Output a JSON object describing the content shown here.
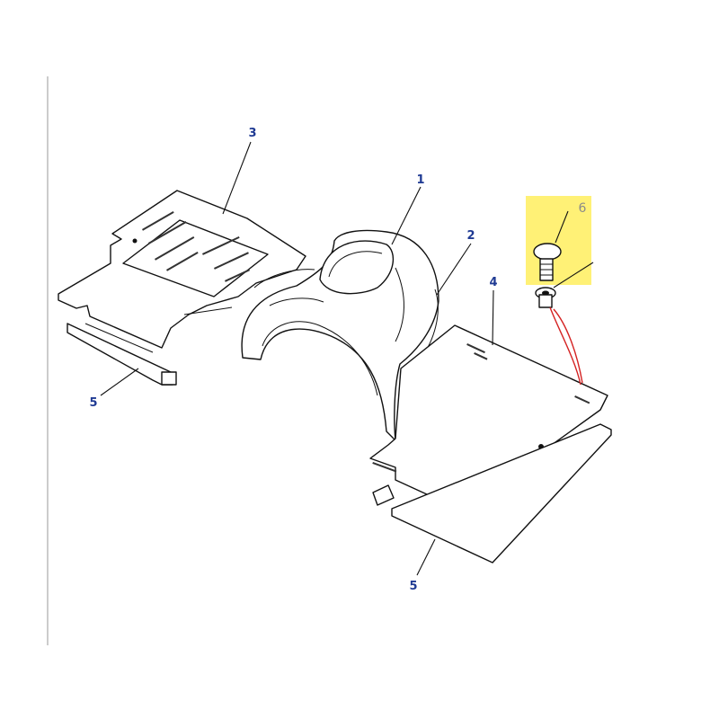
{
  "callouts": [
    {
      "id": "1",
      "text": "1"
    },
    {
      "id": "2",
      "text": "2"
    },
    {
      "id": "3",
      "text": "3"
    },
    {
      "id": "4",
      "text": "4"
    },
    {
      "id": "5a",
      "text": "5"
    },
    {
      "id": "5b",
      "text": "5"
    },
    {
      "id": "6",
      "text": "6"
    }
  ],
  "colors": {
    "callout_text": "#1f3a93",
    "highlight": "#fff176",
    "leader_red": "#d42222"
  }
}
